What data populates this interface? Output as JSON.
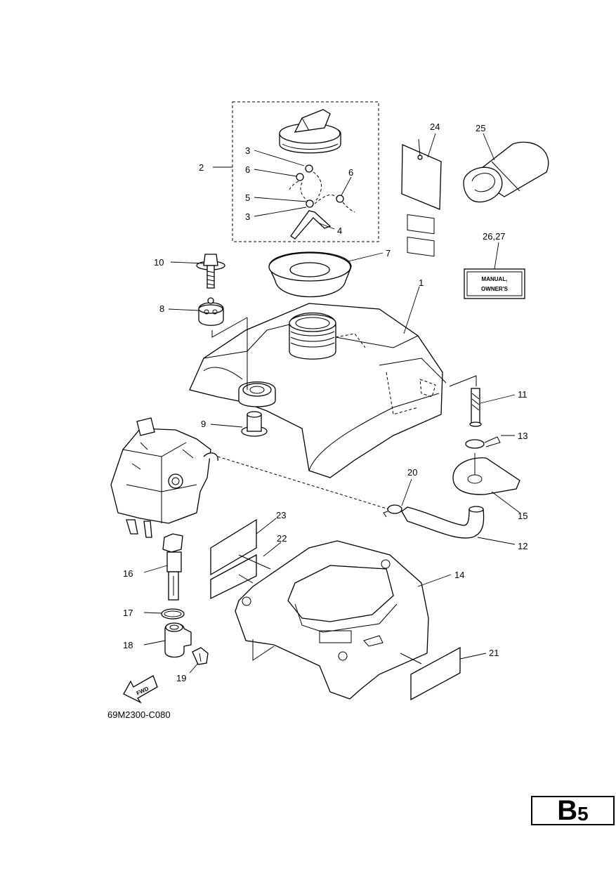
{
  "diagram": {
    "drawing_code": "69M2300-C080",
    "fwd_label": "FWD",
    "manual_card_line1": "MANUAL,",
    "manual_card_line2": "OWNER'S",
    "callouts": {
      "p1": "1",
      "p2": "2",
      "p3a": "3",
      "p3b": "3",
      "p4": "4",
      "p5": "5",
      "p6a": "6",
      "p6b": "6",
      "p7": "7",
      "p8": "8",
      "p9": "9",
      "p10": "10",
      "p11": "11",
      "p12": "12",
      "p13": "13",
      "p14": "14",
      "p15": "15",
      "p16": "16",
      "p17": "17",
      "p18": "18",
      "p19": "19",
      "p20": "20",
      "p21": "21",
      "p22": "22",
      "p23": "23",
      "p24": "24",
      "p25": "25",
      "p26_27": "26,27"
    }
  },
  "page_code": {
    "letter": "B",
    "number": "5"
  }
}
